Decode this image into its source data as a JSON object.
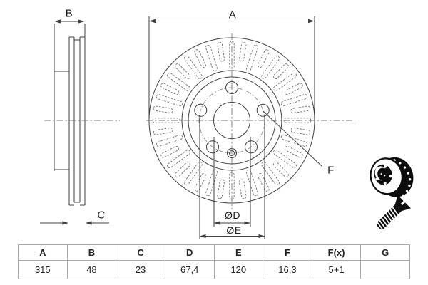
{
  "drawing": {
    "title": "brake-disc-dimension-drawing",
    "labels": {
      "outer_diameter": "A",
      "total_width": "B",
      "disc_thickness": "C",
      "center_bore": "ØD",
      "pitch_circle": "ØE",
      "bolt_hole": "F"
    }
  },
  "icons": {
    "accessory": "brake-disc-with-mounting-screw-icon"
  },
  "table": {
    "headers": [
      "A",
      "B",
      "C",
      "D",
      "E",
      "F",
      "F(x)",
      "G"
    ],
    "values": [
      "315",
      "48",
      "23",
      "67,4",
      "120",
      "16,3",
      "5+1",
      ""
    ]
  },
  "colors": {
    "line": "#3f3f3f",
    "hidden_line": "#6f6f6f",
    "icon": "#0d0d0d",
    "table_border": "#a9a9a9"
  }
}
